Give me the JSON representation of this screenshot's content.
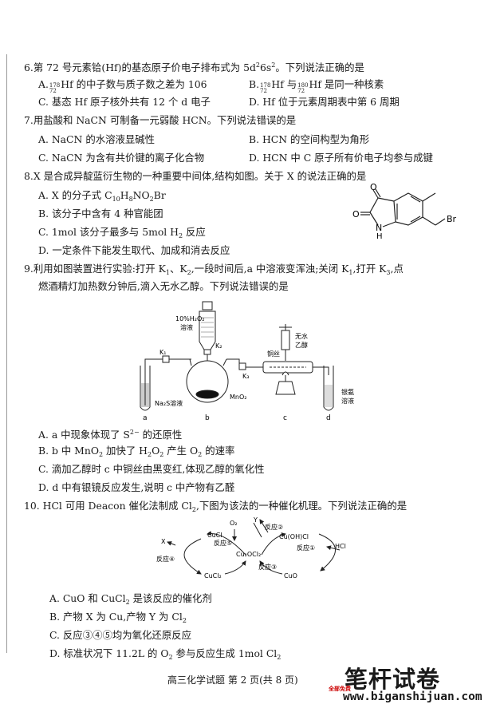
{
  "q6": {
    "stem_a": "6.第 72 号元素铪(Hf)的基态原子价电子排布式为 5d",
    "stem_sup1": "2",
    "stem_b": "6s",
    "stem_sup2": "2",
    "stem_c": "。下列说法正确的是",
    "A_pre": "A.",
    "A_mass": "178",
    "A_z": "72",
    "A_post": "Hf 的中子数与质子数之差为 106",
    "B_pre": "B.",
    "B_mass1": "178",
    "B_z1": "72",
    "B_mid": "Hf 与",
    "B_mass2": "180",
    "B_z2": "72",
    "B_post": "Hf 是同一种核素",
    "C": "C. 基态 Hf 原子核外共有 12 个 d 电子",
    "D": "D. Hf 位于元素周期表中第 6 周期"
  },
  "q7": {
    "stem": "7.用盐酸和 NaCN 可制备一元弱酸 HCN。下列说法错误的是",
    "A": "A. NaCN 的水溶液显碱性",
    "B": "B. HCN 的空间构型为角形",
    "C": "C. NaCN 为含有共价键的离子化合物",
    "D": "D. HCN 中 C 原子所有价电子均参与成键"
  },
  "q8": {
    "stem": "8.X 是合成异靛蓝衍生物的一种重要中间体,结构如图。关于 X 的说法正确的是",
    "A_pre": "A. X 的分子式 C",
    "A_s1": "10",
    "A_m1": "H",
    "A_s2": "8",
    "A_m2": "NO",
    "A_s3": "2",
    "A_post": "Br",
    "B": "B. 该分子中含有 4 种官能团",
    "C_pre": "C. 1mol 该分子最多与 5mol H",
    "C_sub": "2",
    "C_post": " 反应",
    "D": "D. 一定条件下能发生取代、加成和消去反应",
    "mol_O": "O",
    "mol_N": "N",
    "mol_H": "H",
    "mol_Br": "Br"
  },
  "q9": {
    "stem1_a": "9.利用如图装置进行实验:打开 K",
    "stem1_s1": "1",
    "stem1_b": "、K",
    "stem1_s2": "2",
    "stem1_c": ",一段时间后,a 中溶液变浑浊;关闭 K",
    "stem1_s3": "1",
    "stem1_d": ",打开 K",
    "stem1_s4": "3",
    "stem1_e": ",点",
    "stem2": "燃酒精灯加热数分钟后,滴入无水乙醇。下列说法错误的是",
    "A_pre": "A. a 中现象体现了 S",
    "A_sup": "2−",
    "A_post": " 的还原性",
    "B_pre": "B. b 中 MnO",
    "B_s1": "2",
    "B_mid": " 加快了 H",
    "B_s2": "2",
    "B_m2": "O",
    "B_s3": "2",
    "B_m3": " 产生 O",
    "B_s4": "2",
    "B_post": " 的速率",
    "C": "C. 滴加乙醇时 c 中铜丝由黑变红,体现乙醇的氧化性",
    "D": "D. d 中有银镜反应发生,说明 c 中产物有乙醛",
    "fig": {
      "h2o2_1": "10%H₂O₂",
      "h2o2_2": "溶液",
      "k1": "K₁",
      "k2": "K₂",
      "k3": "K₃",
      "na2s": "Na₂S溶液",
      "mno2": "MnO₂",
      "cu": "铜丝",
      "eth1": "无水",
      "eth2": "乙醇",
      "ag1": "银氨",
      "ag2": "溶液",
      "la": "a",
      "lb": "b",
      "lc": "c",
      "ld": "d"
    }
  },
  "q10": {
    "stem_a": "10. HCl 可用 Deacon 催化法制成 Cl",
    "stem_s": "2",
    "stem_b": ",下图为该法的一种催化机理。下列说法正确的是",
    "A_pre": "A. CuO 和 CuCl",
    "A_s": "2",
    "A_post": " 是该反应的催化剂",
    "B_pre": "B. 产物 X 为 Cu,产物 Y 为 Cl",
    "B_s": "2",
    "C": "C. 反应③④⑤均为氧化还原反应",
    "D_pre": "D. 标准状况下 11.2L 的 O",
    "D_s1": "2",
    "D_mid": " 参与反应生成 1mol Cl",
    "D_s2": "2",
    "fig": {
      "x": "X",
      "y": "Y",
      "o2": "O₂",
      "cucl": "CuCl",
      "cuohcl": "Cu(OH)Cl",
      "cu2ocl2": "Cu₂OCl₂",
      "cucl2": "CuCl₂",
      "cuo": "CuO",
      "hcl": "HCl",
      "r1": "反应①",
      "r2": "反应②",
      "r3": "反应③",
      "r4": "反应④",
      "r5": "反应⑤"
    }
  },
  "footer": "高三化学试题   第 2 页(共 8 页)",
  "watermark": {
    "cn": "笔杆试卷",
    "url": "www.biganshijuan.com",
    "tag": "全部免费"
  }
}
